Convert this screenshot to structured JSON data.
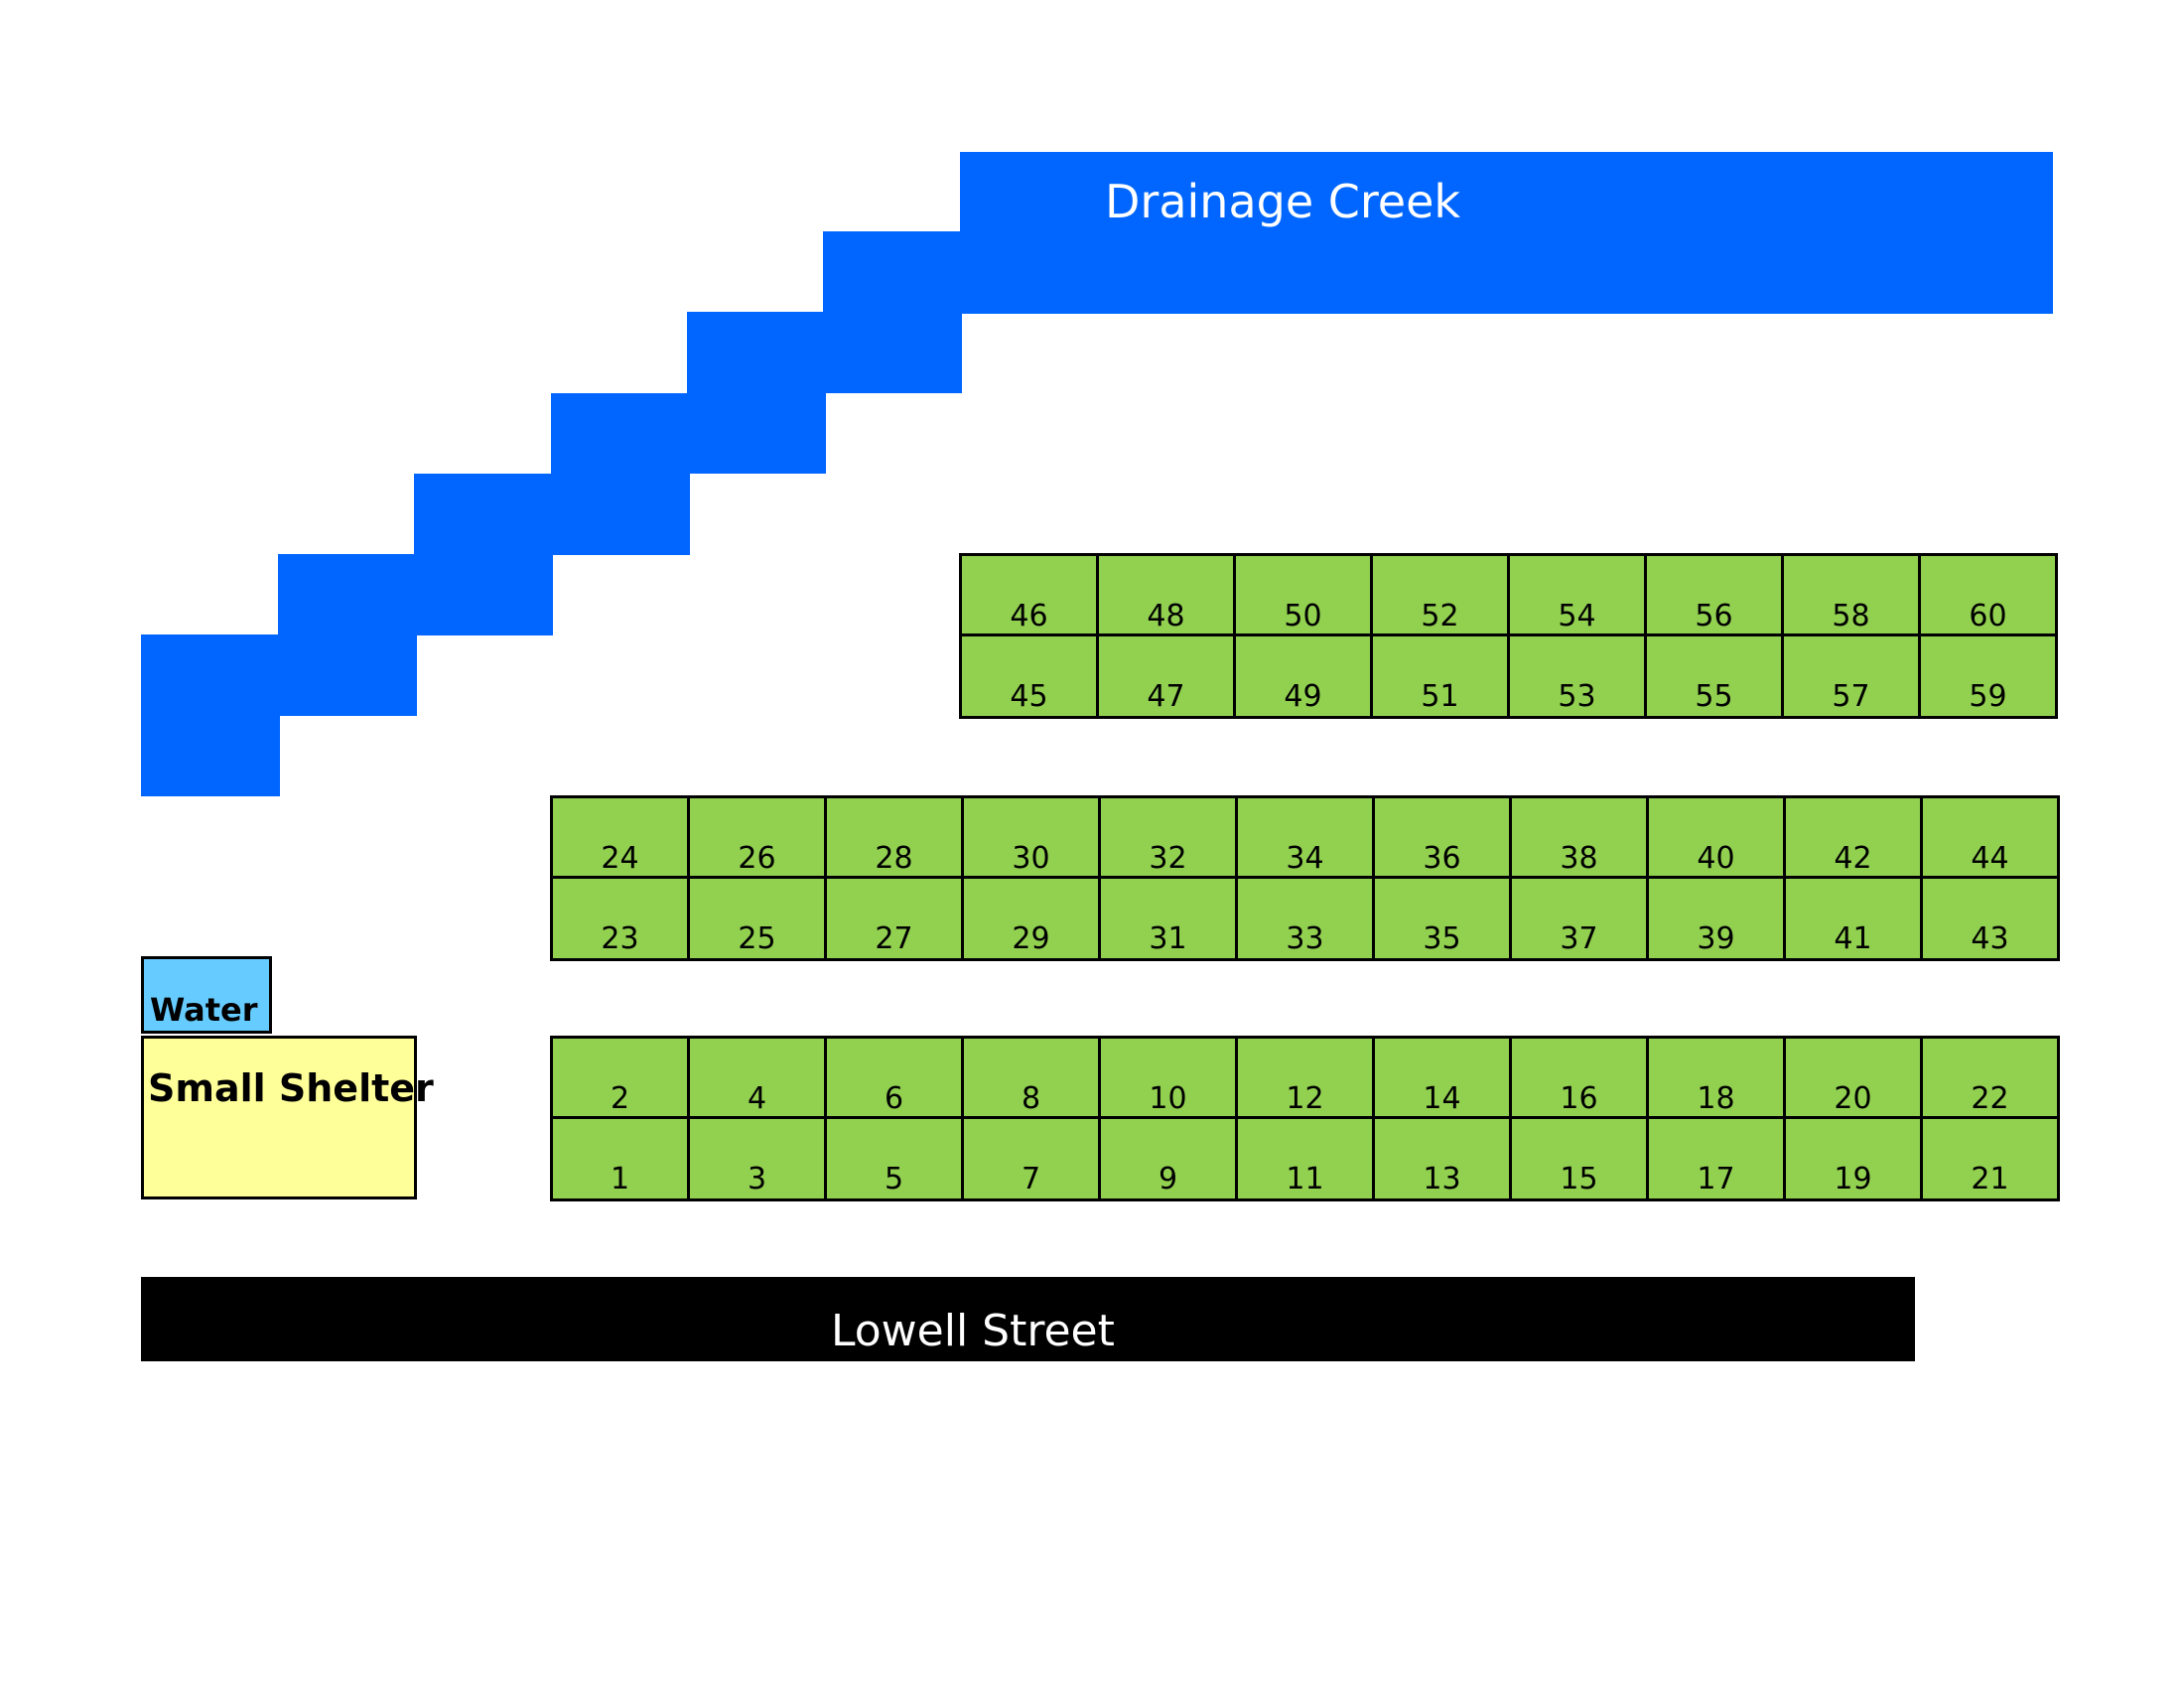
{
  "creek": {
    "label": "Drainage Creek",
    "color": "#0066ff"
  },
  "street": {
    "label": "Lowell Street",
    "color": "#000000"
  },
  "water": {
    "label": "Water",
    "color": "#66ccff"
  },
  "shelter": {
    "label": "Small Shelter",
    "color": "#ffff99"
  },
  "plot_color": "#92d050",
  "plot_rows": {
    "top_back": [
      "46",
      "48",
      "50",
      "52",
      "54",
      "56",
      "58",
      "60"
    ],
    "top_front": [
      "45",
      "47",
      "49",
      "51",
      "53",
      "55",
      "57",
      "59"
    ],
    "middle_back": [
      "24",
      "26",
      "28",
      "30",
      "32",
      "34",
      "36",
      "38",
      "40",
      "42",
      "44"
    ],
    "middle_front": [
      "23",
      "25",
      "27",
      "29",
      "31",
      "33",
      "35",
      "37",
      "39",
      "41",
      "43"
    ],
    "bottom_back": [
      "2",
      "4",
      "6",
      "8",
      "10",
      "12",
      "14",
      "16",
      "18",
      "20",
      "22"
    ],
    "bottom_front": [
      "1",
      "3",
      "5",
      "7",
      "9",
      "11",
      "13",
      "15",
      "17",
      "19",
      "21"
    ]
  }
}
